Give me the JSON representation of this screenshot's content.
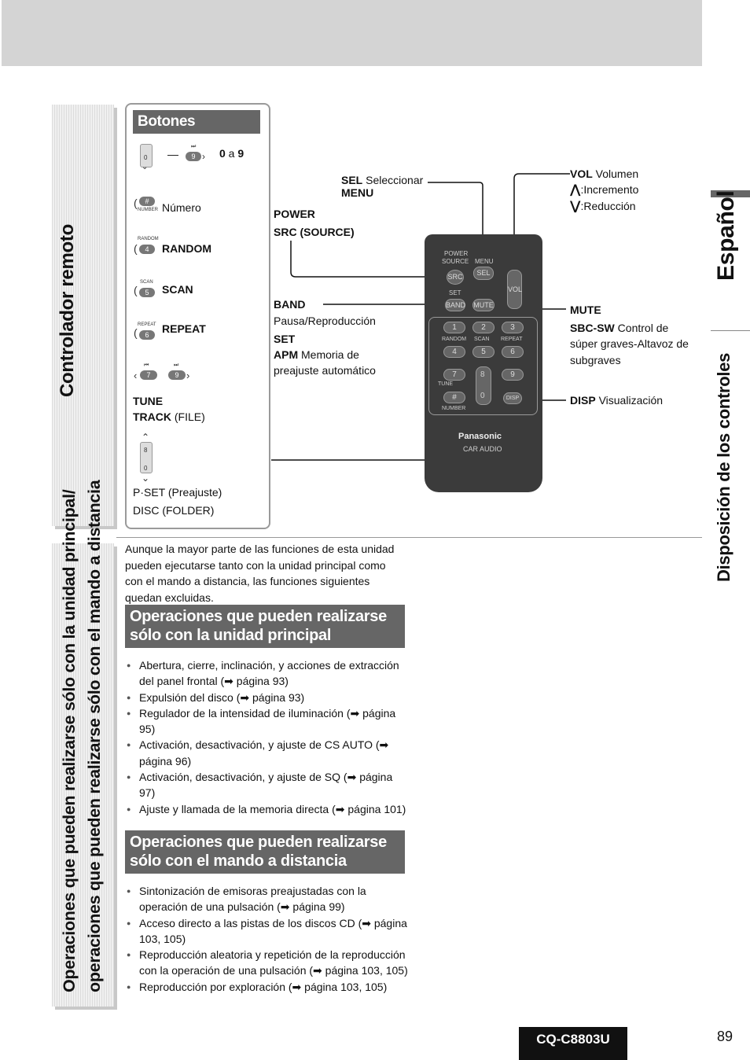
{
  "left_panel": {
    "remote_title": "Controlador remoto",
    "ops_title_line1": "Operaciones que pueden realizarse sólo con la unidad principal/",
    "ops_title_line2": "operaciones que pueden realizarse sólo con el mando a distancia"
  },
  "right_panel": {
    "language": "Español",
    "section": "Disposición de los controles"
  },
  "numeric_buttons": {
    "title": "Botones numéricos",
    "range_dash": "—",
    "range_from": "0",
    "range_a": " a ",
    "range_to": "9",
    "number_label": "Número",
    "random_label": "RANDOM",
    "scan_label": "SCAN",
    "repeat_label": "REPEAT",
    "tune_label": "TUNE",
    "track_label": "TRACK",
    "track_file": " (FILE)",
    "pset_label": "P·SET (Preajuste)",
    "disc_label": "DISC (FOLDER)",
    "key_labels": {
      "zero": "0",
      "nine": "9",
      "hash": "#",
      "number": "NUMBER",
      "random": "RANDOM",
      "four": "4",
      "scan": "SCAN",
      "five": "5",
      "repeat": "REPEAT",
      "six": "6",
      "seven": "7",
      "eight": "8",
      "prev_glyph": "⏮",
      "next_glyph": "⏭"
    }
  },
  "callouts": {
    "sel": "SEL",
    "sel_desc": " Seleccionar",
    "menu": "MENU",
    "power": "POWER",
    "src": "SRC (SOURCE)",
    "band": "BAND",
    "band_desc": "Pausa/Reproducción",
    "set": "SET",
    "apm": "APM",
    "apm_desc1": " Memoria de",
    "apm_desc2": "preajuste automático",
    "vol": "VOL",
    "vol_desc": " Volumen",
    "vol_up": ":Incremento",
    "vol_down": ":Reducción",
    "mute": "MUTE",
    "sbc": "SBC-SW",
    "sbc_desc1": " Control de",
    "sbc_desc2": "súper graves-Altavoz de",
    "sbc_desc3": "subgraves",
    "disp": "DISP",
    "disp_desc": " Visualización"
  },
  "remote": {
    "power_source": "POWER",
    "source": "SOURCE",
    "menu": "MENU",
    "src": "SRC",
    "sel": "SEL",
    "set": "SET",
    "vol": "VOL",
    "band": "BAND",
    "mute": "MUTE",
    "keys": [
      "1",
      "2",
      "3",
      "4",
      "5",
      "6",
      "7",
      "8",
      "9",
      "0",
      "#"
    ],
    "random": "RANDOM",
    "scan": "SCAN",
    "repeat": "REPEAT",
    "tune": "TUNE",
    "number": "NUMBER",
    "disp": "DISP",
    "brand": "Panasonic",
    "car_audio": "CAR AUDIO"
  },
  "intro": "Aunque la mayor parte de las funciones de esta unidad pueden ejecutarse tanto con la unidad principal como con el mando a distancia, las funciones siguientes quedan excluidas.",
  "section1": {
    "title_line1": "Operaciones que pueden realizarse",
    "title_line2": "sólo con la unidad principal",
    "items": [
      "Abertura, cierre, inclinación, y acciones de extracción del panel frontal (➡ página 93)",
      "Expulsión del disco (➡ página 93)",
      "Regulador de la intensidad de iluminación (➡ página 95)",
      "Activación, desactivación, y ajuste de CS AUTO (➡ página 96)",
      "Activación, desactivación, y ajuste de SQ (➡ página 97)",
      "Ajuste y llamada de la memoria directa (➡ página 101)"
    ]
  },
  "section2": {
    "title_line1": "Operaciones que pueden realizarse",
    "title_line2": "sólo con el mando a distancia",
    "items": [
      "Sintonización de emisoras preajustadas con la operación de una pulsación (➡ página 99)",
      "Acceso directo a las pistas de los discos CD (➡ página 103, 105)",
      "Reproducción aleatoria y repetición de la reproducción con la operación de una pulsación (➡ página 103, 105)",
      "Reproducción por exploración (➡ página 103, 105)"
    ]
  },
  "footer": {
    "model": "CQ-C8803U",
    "page": "89"
  }
}
